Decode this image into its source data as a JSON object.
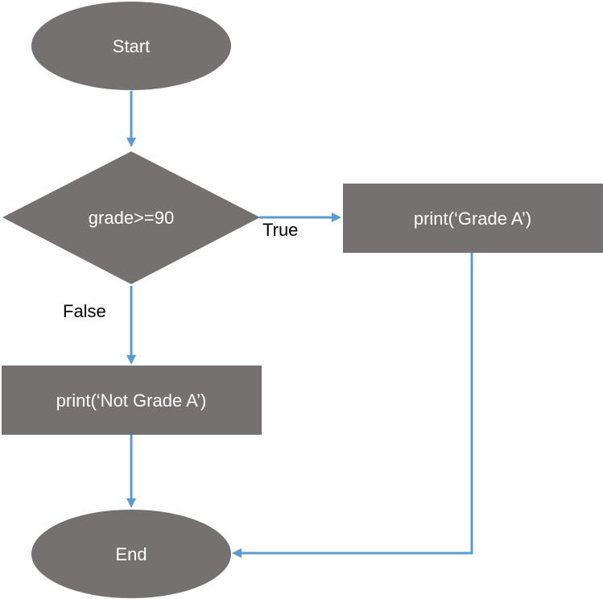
{
  "nodes": {
    "start": {
      "label": "Start",
      "shape": "ellipse"
    },
    "decision": {
      "label": "grade>=90",
      "shape": "diamond"
    },
    "print_a": {
      "label": "print(‘Grade A’)",
      "shape": "rectangle"
    },
    "print_not_a": {
      "label": "print(‘Not Grade A’)",
      "shape": "rectangle"
    },
    "end": {
      "label": "End",
      "shape": "ellipse"
    }
  },
  "edges": {
    "start_to_decision": {
      "from": "start",
      "to": "decision",
      "label": ""
    },
    "decision_true": {
      "from": "decision",
      "to": "print_a",
      "label": "True"
    },
    "decision_false": {
      "from": "decision",
      "to": "print_not_a",
      "label": "False"
    },
    "print_not_a_to_end": {
      "from": "print_not_a",
      "to": "end",
      "label": ""
    },
    "print_a_to_end": {
      "from": "print_a",
      "to": "end",
      "label": ""
    }
  },
  "colors": {
    "shape_fill": "#757171",
    "shape_text": "#ffffff",
    "connector": "#5b9bd5",
    "label_text": "#000000"
  }
}
